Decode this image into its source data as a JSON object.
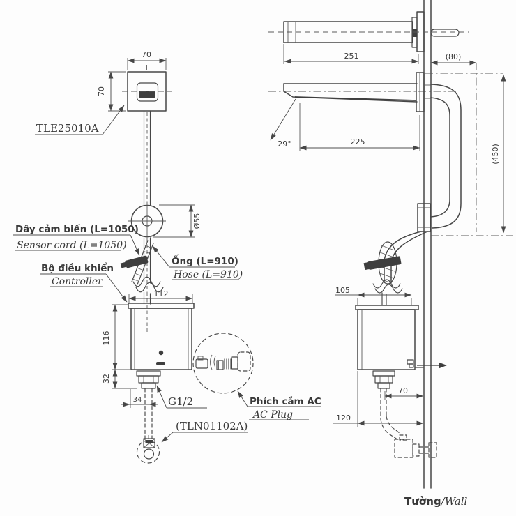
{
  "left_view": {
    "product_code": "TLE25010A",
    "cord_vi": "Dây cảm biến (L=1050)",
    "cord_en": "Sensor cord (L=1050)",
    "hose_vi": "Ống (L=910)",
    "hose_en": "Hose (L=910)",
    "controller_vi": "Bộ điều khiển",
    "controller_en": "Controller",
    "ac_vi": "Phích cắm AC",
    "ac_en": "AC Plug",
    "drain_code": "(TLN01102A)",
    "thread": "G1/2",
    "dims": {
      "sensor_w": "70",
      "sensor_h": "70",
      "escutcheon": "Ø55",
      "ctrl_w": "112",
      "ctrl_h": "116",
      "fitting_h": "32",
      "pipe_offset": "34"
    }
  },
  "right_view": {
    "wall_vi": "Tường",
    "wall_en": "/Wall",
    "dims": {
      "spout_len": "251",
      "behind_wall": "(80)",
      "reach": "225",
      "angle": "29°",
      "height": "(450)",
      "ctrl_depth": "105",
      "supply_h": "70",
      "supply_v": "120"
    }
  }
}
